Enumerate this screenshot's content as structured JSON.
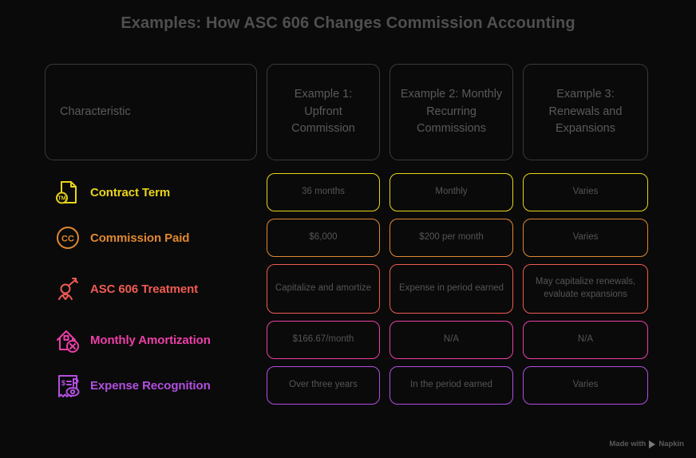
{
  "title": "Examples: How ASC 606 Changes Commission Accounting",
  "header": {
    "characteristic": "Characteristic",
    "columns": [
      {
        "label": "Example 1: Upfront Commission"
      },
      {
        "label": "Example 2: Monthly Recurring Commissions"
      },
      {
        "label": "Example 3: Renewals and Expansions"
      }
    ]
  },
  "rows": [
    {
      "label": "Contract Term",
      "icon": "document-tm-icon",
      "color": "#e8d41a",
      "cells": [
        "36 months",
        "Monthly",
        "Varies"
      ]
    },
    {
      "label": "Commission Paid",
      "icon": "cc-circle-icon",
      "color": "#e08733",
      "cells": [
        "$6,000",
        "$200 per month",
        "Varies"
      ]
    },
    {
      "label": "ASC 606 Treatment",
      "icon": "person-raising-icon",
      "color": "#ef5b52",
      "cells": [
        "Capitalize and amortize",
        "Expense in period earned",
        "May capitalize renewals, evaluate expansions"
      ]
    },
    {
      "label": "Monthly Amortization",
      "icon": "house-x-icon",
      "color": "#ec3fa8",
      "cells": [
        "$166.67/month",
        "N/A",
        "N/A"
      ]
    },
    {
      "label": "Expense Recognition",
      "icon": "receipt-eye-icon",
      "color": "#b24fe0",
      "cells": [
        "Over three years",
        "In the period earned",
        "Varies"
      ]
    }
  ],
  "watermark": {
    "prefix": "Made with",
    "brand": "Napkin"
  },
  "colors": {
    "background": "#0a0a0a",
    "title": "#4f4f4f",
    "header_border": "#3a3a3a",
    "cell_text": "#555555"
  }
}
